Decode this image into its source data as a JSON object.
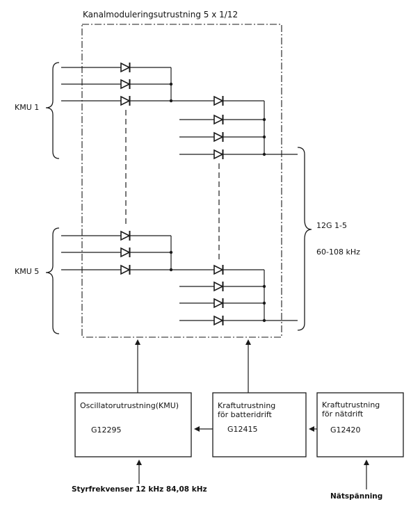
{
  "title": "Kanalmoduleringsutrustning 5 x 1/12",
  "groups": {
    "kmu1": "KMU 1",
    "kmu5": "KMU 5",
    "output_group": "12G  1-5",
    "output_band": "60-108  kHz"
  },
  "oscillator": {
    "name": "Oscillatorutrustning(KMU)",
    "code": "G12295"
  },
  "battery_power": {
    "name_line1": "Kraftutrustning",
    "name_line2": "för batteridrift",
    "code": "G12415"
  },
  "mains_power": {
    "name_line1": "Kraftutrustning",
    "name_line2": "för nätdrift",
    "code": "G12420"
  },
  "inputs": {
    "control_frequencies": "Styrfrekvenser  12 kHz  84,08 kHz",
    "mains_voltage": "Nätspänning"
  },
  "line_color": "#1a1a1a"
}
